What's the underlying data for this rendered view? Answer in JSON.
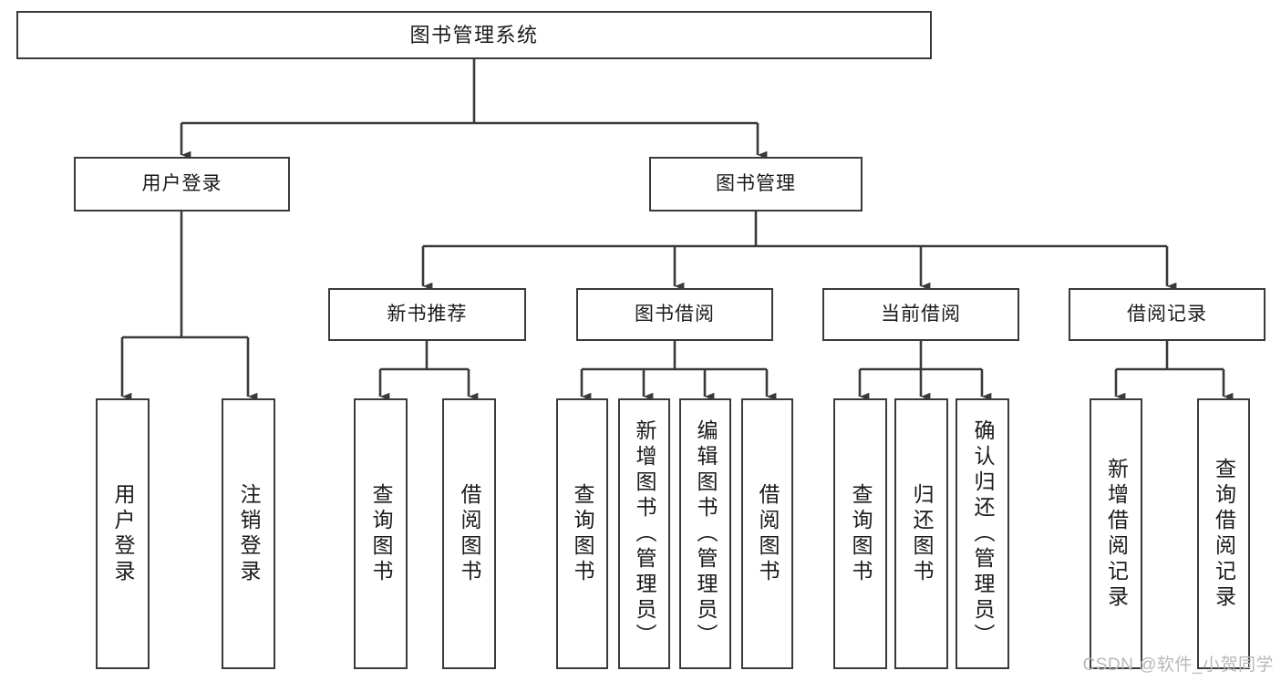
{
  "diagram": {
    "title": "图书管理系统",
    "type": "hierarchy-tree",
    "watermark": "CSDN @软件_小贺同学",
    "colors": {
      "box_border": "#3a3a3a",
      "box_fill": "#ffffff",
      "connector": "#3a3a3a",
      "text": "#1a1a1a",
      "watermark": "#b9b9b9",
      "background": "#ffffff"
    },
    "nodes": {
      "root": {
        "label": "图书管理系统"
      },
      "level2": [
        {
          "id": "user-login",
          "label": "用户登录"
        },
        {
          "id": "book-manage",
          "label": "图书管理"
        }
      ],
      "level3": [
        {
          "id": "new-book-recommend",
          "label": "新书推荐"
        },
        {
          "id": "book-borrow",
          "label": "图书借阅"
        },
        {
          "id": "current-borrow",
          "label": "当前借阅"
        },
        {
          "id": "borrow-record",
          "label": "借阅记录"
        }
      ],
      "leaves": {
        "user-login": [
          {
            "id": "leaf-user-login",
            "label": "用户登录"
          },
          {
            "id": "leaf-logout-login",
            "label": "注销登录"
          }
        ],
        "new-book-recommend": [
          {
            "id": "leaf-query-book-1",
            "label": "查询图书"
          },
          {
            "id": "leaf-borrow-book-1",
            "label": "借阅图书"
          }
        ],
        "book-borrow": [
          {
            "id": "leaf-query-book-2",
            "label": "查询图书"
          },
          {
            "id": "leaf-add-book",
            "label": "新增图书（管理员）"
          },
          {
            "id": "leaf-edit-book",
            "label": "编辑图书（管理员）"
          },
          {
            "id": "leaf-borrow-book-2",
            "label": "借阅图书"
          }
        ],
        "current-borrow": [
          {
            "id": "leaf-query-book-3",
            "label": "查询图书"
          },
          {
            "id": "leaf-return-book",
            "label": "归还图书"
          },
          {
            "id": "leaf-confirm-return",
            "label": "确认归还（管理员）"
          }
        ],
        "borrow-record": [
          {
            "id": "leaf-add-record",
            "label": "新增借阅记录"
          },
          {
            "id": "leaf-query-record",
            "label": "查询借阅记录"
          }
        ]
      }
    }
  }
}
